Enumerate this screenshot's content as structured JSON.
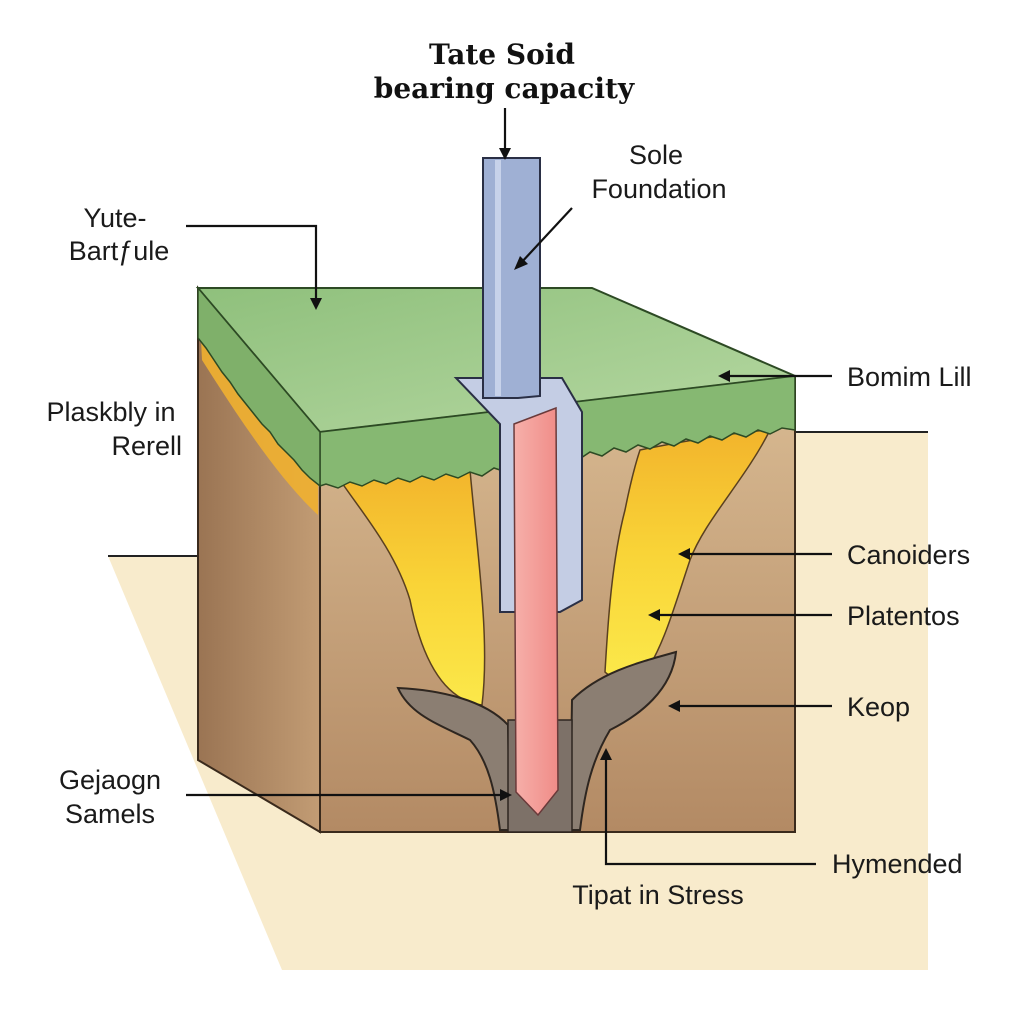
{
  "title": {
    "line1": "Tate Soid",
    "line2": "bearing capacity"
  },
  "labels": {
    "sole_foundation": {
      "line1": "Sole",
      "line2": "Foundation"
    },
    "yute_bartfule": {
      "line1": "Yute-",
      "line2": "Bartƒule"
    },
    "plaskbly_rerell": {
      "line1": "Plaskbly in",
      "line2": "Rerell"
    },
    "bomim_lill": "Bomim Lill",
    "canoiders": "Canoiders",
    "platentos": "Platentos",
    "keop": "Keop",
    "gejaogn_samels": {
      "line1": "Gejaogn",
      "line2": "Samels"
    },
    "hymended": "Hymended",
    "tipat_stress": "Tipat in Stress"
  },
  "colors": {
    "grass_top": "#9cc88a",
    "grass_edge": "#7fb06a",
    "soil_front": "#c9a57d",
    "soil_side": "#a98460",
    "ground_plane": "#f8ebcc",
    "stress_zone_yellow": "#f7d23a",
    "stress_zone_orange": "#f0b030",
    "pile_upper": "#9fb0d4",
    "pile_lower": "#f4a3a0",
    "sleeve": "#c4cde4",
    "bulb_grey": "#8b7e72"
  }
}
